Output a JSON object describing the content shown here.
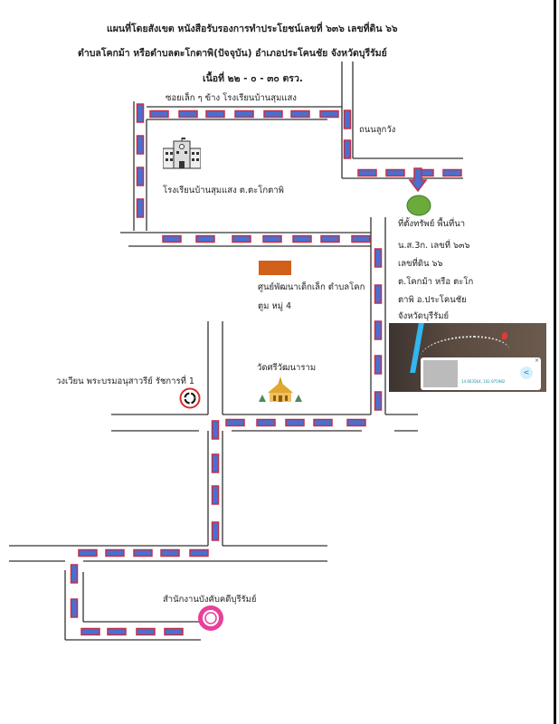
{
  "title": {
    "line1": "แผนที่โดยสังเขต หนังสือรับรองการทำประโยชน์เลขที่ ๖๓๖ เลขที่ดิน ๖๖",
    "line2": "ตำบลโคกม้า หรือตำบลตะโกตาพิ(ปัจจุบัน)  อำเภอประโคนชัย  จังหวัดบุรีรัมย์",
    "line3": "เนื้อที่  ๒๒ - ๐ - ๓๐  ตรว."
  },
  "roads": {
    "soi": "ซอยเล็ก ๆ ข้าง โรงเรียนบ้านสุมแสง",
    "main": "ถนนลูกวัง"
  },
  "landmarks": {
    "school": "โรงเรียนบ้านสุมแสง ต.ตะโกตาพิ",
    "childcenter_1": "ศูนย์พัฒนาเด็กเล็ก ตำบลโคก",
    "childcenter_2": "ตูม หมู่ 4",
    "temple": "วัดศรีวัฒนาราม",
    "roundabout": "วงเวียน พระบรมอนุสาวรีย์ รัชการที่ 1",
    "office": "สำนักงานบังคับคดีบุรีรัมย์"
  },
  "property": {
    "lines": [
      "ที่ตั้งทรัพย์ พื้นที่นา",
      "น.ส.3ก. เลขที่ ๖๓๖",
      "เลขที่ดิน ๖๖",
      "ต.โคกม้า หรือ ตะโก",
      "ตาพิ อ.ประโคนชัย",
      "จังหวัดบุรีรัมย์"
    ],
    "marker_color": "#6aab3c"
  },
  "map_popup": {
    "coords": "14.663564, 102.975982"
  },
  "colors": {
    "dash_fill": "#4a6fd0",
    "dash_border": "#c0304a",
    "childcenter": "#d0601a",
    "seal": "#e8409a"
  }
}
